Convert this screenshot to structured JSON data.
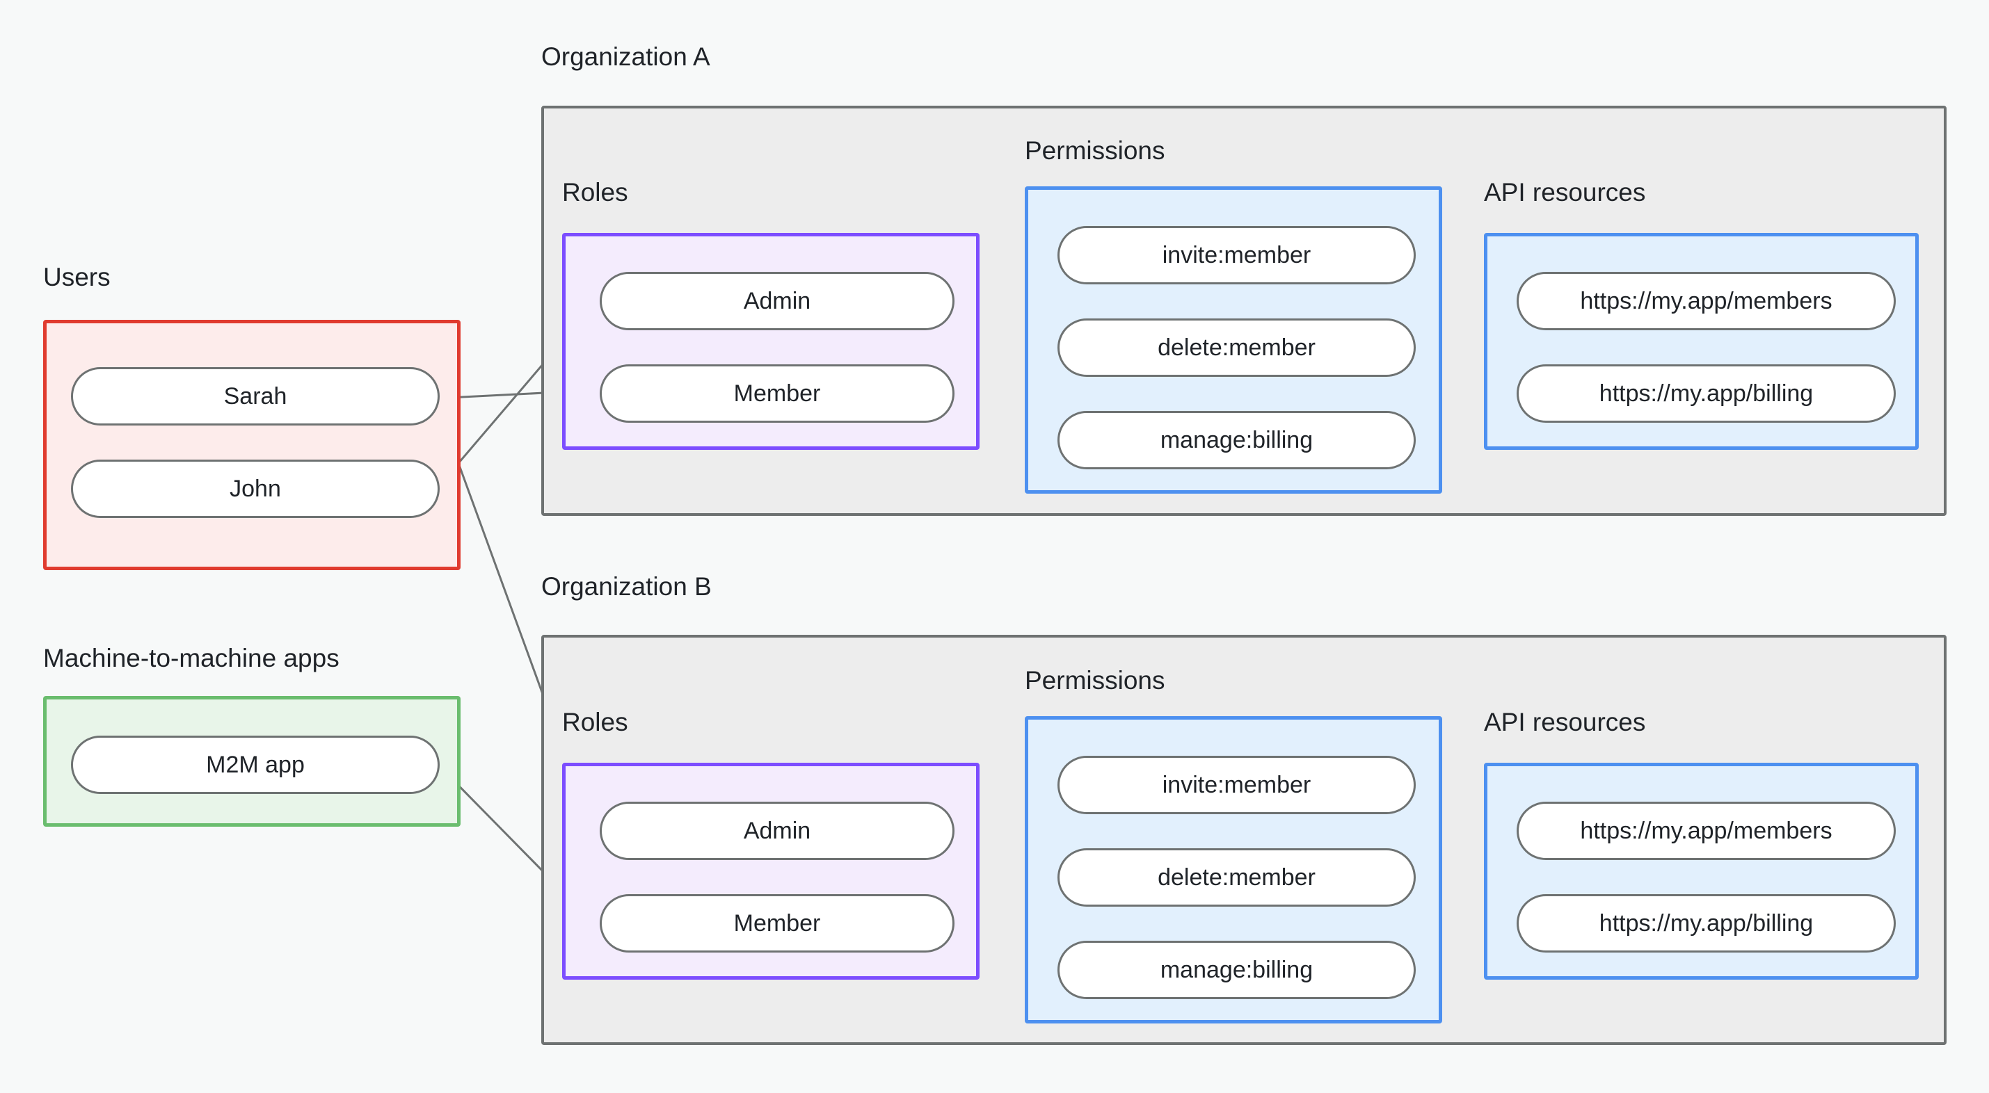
{
  "diagram": {
    "title": "Organization access control model",
    "background": "#f7f9f9"
  },
  "colors": {
    "canvas": "#f7f9f9",
    "org_border": "#6e7272",
    "org_fill": "#ededed",
    "users_border": "#e03b2f",
    "users_fill": "#fdeceb",
    "m2m_border": "#6abd6e",
    "m2m_fill": "#e8f5e9",
    "roles_border": "#7c4dff",
    "roles_fill": "#f4ecfd",
    "permissions_border": "#4d90f0",
    "permissions_fill": "#e2f0fd",
    "api_border": "#4d90f0",
    "api_fill": "#e2f0fd",
    "pill_border": "#6e7272",
    "pill_fill": "#ffffff",
    "edge": "#6e7272",
    "text": "#1f2328"
  },
  "groups": {
    "users": {
      "label": "Users",
      "items": [
        {
          "label": "Sarah"
        },
        {
          "label": "John"
        }
      ]
    },
    "m2m": {
      "label": "Machine-to-machine apps",
      "items": [
        {
          "label": "M2M app"
        }
      ]
    }
  },
  "organizations": [
    {
      "label": "Organization A",
      "roles": {
        "label": "Roles",
        "items": [
          {
            "label": "Admin"
          },
          {
            "label": "Member"
          }
        ]
      },
      "permissions": {
        "label": "Permissions",
        "items": [
          {
            "label": "invite:member"
          },
          {
            "label": "delete:member"
          },
          {
            "label": "manage:billing"
          }
        ]
      },
      "api_resources": {
        "label": "API resources",
        "items": [
          {
            "label": "https://my.app/members"
          },
          {
            "label": "https://my.app/billing"
          }
        ]
      }
    },
    {
      "label": "Organization B",
      "roles": {
        "label": "Roles",
        "items": [
          {
            "label": "Admin"
          },
          {
            "label": "Member"
          }
        ]
      },
      "permissions": {
        "label": "Permissions",
        "items": [
          {
            "label": "invite:member"
          },
          {
            "label": "delete:member"
          },
          {
            "label": "manage:billing"
          }
        ]
      },
      "api_resources": {
        "label": "API resources",
        "items": [
          {
            "label": "https://my.app/members"
          },
          {
            "label": "https://my.app/billing"
          }
        ]
      }
    }
  ],
  "connections": [
    {
      "from": "users.Sarah",
      "to": "orgA.roles.Member"
    },
    {
      "from": "users.John",
      "to": "orgA.roles.Admin"
    },
    {
      "from": "users.Sarah",
      "to": "orgB.roles.Admin"
    },
    {
      "from": "m2m.M2M app",
      "to": "orgB.roles.Member"
    },
    {
      "from": "orgA.roles.Admin",
      "to": "orgA.permissions.invite:member"
    },
    {
      "from": "orgA.roles.Admin",
      "to": "orgA.permissions.delete:member"
    },
    {
      "from": "orgA.roles.Member",
      "to": "orgA.permissions.manage:billing"
    },
    {
      "from": "orgA.permissions.invite:member",
      "to": "orgA.api.https://my.app/members"
    },
    {
      "from": "orgA.permissions.delete:member",
      "to": "orgA.api.https://my.app/members"
    },
    {
      "from": "orgA.permissions.manage:billing",
      "to": "orgA.api.https://my.app/billing"
    },
    {
      "from": "orgB.roles.Admin",
      "to": "orgB.permissions.invite:member"
    },
    {
      "from": "orgB.roles.Admin",
      "to": "orgB.permissions.delete:member"
    },
    {
      "from": "orgB.roles.Member",
      "to": "orgB.permissions.manage:billing"
    },
    {
      "from": "orgB.permissions.invite:member",
      "to": "orgB.api.https://my.app/members"
    },
    {
      "from": "orgB.permissions.delete:member",
      "to": "orgB.api.https://my.app/members"
    },
    {
      "from": "orgB.permissions.manage:billing",
      "to": "orgB.api.https://my.app/billing"
    }
  ]
}
